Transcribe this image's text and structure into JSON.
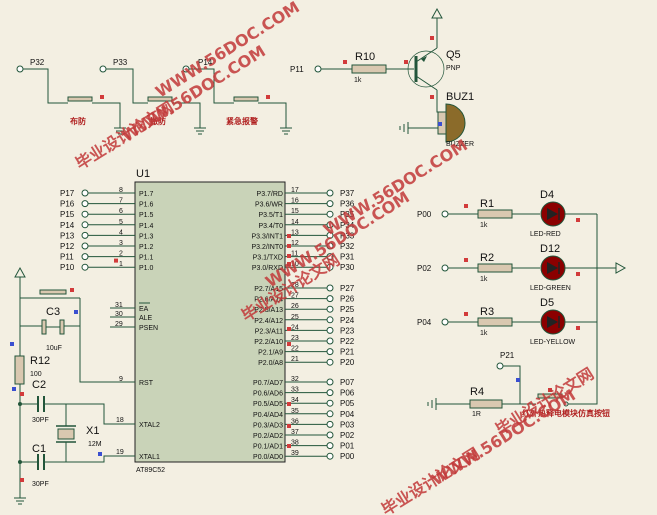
{
  "watermarks": [
    "WWW.56DOC.COM",
    "毕业设计论文网",
    "WWW.56DOC.COM",
    "毕业设计论文网",
    "WWW.56DOC.COM",
    "毕业设计论文网",
    "WWW.56DOC.COM",
    "毕业设计论文网",
    "WWW.56DOC.COM"
  ],
  "buttons": [
    {
      "net": "P32",
      "label": "布防"
    },
    {
      "net": "P33",
      "label": "撤防"
    },
    {
      "net": "P14",
      "label": "紧急报警"
    }
  ],
  "buzzer_circuit": {
    "input_net": "P11",
    "resistor": {
      "ref": "R10",
      "value": "1k"
    },
    "transistor": {
      "ref": "Q5",
      "type": "PNP"
    },
    "buzzer": {
      "ref": "BUZ1",
      "type": "BUZZER"
    }
  },
  "mcu": {
    "ref": "U1",
    "part": "AT89C52",
    "left_pins": [
      {
        "net": "P17",
        "num": "8",
        "name": "P1.7"
      },
      {
        "net": "P16",
        "num": "7",
        "name": "P1.6"
      },
      {
        "net": "P15",
        "num": "6",
        "name": "P1.5"
      },
      {
        "net": "P14",
        "num": "5",
        "name": "P1.4"
      },
      {
        "net": "P13",
        "num": "4",
        "name": "P1.3"
      },
      {
        "net": "P12",
        "num": "3",
        "name": "P1.2"
      },
      {
        "net": "P11",
        "num": "2",
        "name": "P1.1"
      },
      {
        "net": "P10",
        "num": "1",
        "name": "P1.0"
      }
    ],
    "ctrl_pins": [
      {
        "num": "31",
        "name": "EA"
      },
      {
        "num": "30",
        "name": "ALE"
      },
      {
        "num": "29",
        "name": "PSEN"
      },
      {
        "num": "9",
        "name": "RST"
      },
      {
        "num": "18",
        "name": "XTAL2"
      },
      {
        "num": "19",
        "name": "XTAL1"
      }
    ],
    "p3_pins": [
      {
        "net": "P37",
        "num": "17",
        "name": "P3.7/RD"
      },
      {
        "net": "P36",
        "num": "16",
        "name": "P3.6/WR"
      },
      {
        "net": "P35",
        "num": "15",
        "name": "P3.5/T1"
      },
      {
        "net": "P34",
        "num": "14",
        "name": "P3.4/T0"
      },
      {
        "net": "P33",
        "num": "13",
        "name": "P3.3/INT1"
      },
      {
        "net": "P32",
        "num": "12",
        "name": "P3.2/INT0"
      },
      {
        "net": "P31",
        "num": "11",
        "name": "P3.1/TXD"
      },
      {
        "net": "P30",
        "num": "10",
        "name": "P3.0/RXD"
      }
    ],
    "p2_pins": [
      {
        "net": "P27",
        "num": "28",
        "name": "P2.7/A15"
      },
      {
        "net": "P26",
        "num": "27",
        "name": "P2.6/A14"
      },
      {
        "net": "P25",
        "num": "26",
        "name": "P2.5/A13"
      },
      {
        "net": "P24",
        "num": "25",
        "name": "P2.4/A12"
      },
      {
        "net": "P23",
        "num": "24",
        "name": "P2.3/A11"
      },
      {
        "net": "P22",
        "num": "23",
        "name": "P2.2/A10"
      },
      {
        "net": "P21",
        "num": "22",
        "name": "P2.1/A9"
      },
      {
        "net": "P20",
        "num": "21",
        "name": "P2.0/A8"
      }
    ],
    "p0_pins": [
      {
        "net": "P07",
        "num": "32",
        "name": "P0.7/AD7"
      },
      {
        "net": "P06",
        "num": "33",
        "name": "P0.6/AD6"
      },
      {
        "net": "P05",
        "num": "34",
        "name": "P0.5/AD5"
      },
      {
        "net": "P04",
        "num": "35",
        "name": "P0.4/AD4"
      },
      {
        "net": "P03",
        "num": "36",
        "name": "P0.3/AD3"
      },
      {
        "net": "P02",
        "num": "37",
        "name": "P0.2/AD2"
      },
      {
        "net": "P01",
        "num": "38",
        "name": "P0.1/AD1"
      },
      {
        "net": "P00",
        "num": "39",
        "name": "P0.0/AD0"
      }
    ]
  },
  "reset_circuit": {
    "cap": {
      "ref": "C3",
      "value": "10uF"
    },
    "res": {
      "ref": "R12",
      "value": "100"
    }
  },
  "crystal_circuit": {
    "c2": {
      "ref": "C2",
      "value": "30PF"
    },
    "c1": {
      "ref": "C1",
      "value": "30PF"
    },
    "crystal": {
      "ref": "X1",
      "value": "12M"
    },
    "pin18": "18",
    "pin19": "19"
  },
  "leds": [
    {
      "net": "P00",
      "res_ref": "R1",
      "res_val": "1k",
      "led_ref": "D4",
      "led_label": "LED-RED"
    },
    {
      "net": "P02",
      "res_ref": "R2",
      "res_val": "1k",
      "led_ref": "D12",
      "led_label": "LED-GREEN"
    },
    {
      "net": "P04",
      "res_ref": "R3",
      "res_val": "1k",
      "led_ref": "D5",
      "led_label": "LED-YELLOW"
    }
  ],
  "sensor_circuit": {
    "net": "P21",
    "res": {
      "ref": "R4",
      "value": "1R"
    },
    "label": "红外热释电模块仿真按钮"
  },
  "colors": {
    "background": "#f3efe2",
    "wire": "#22553a",
    "chip": "#c9d3b8",
    "led": "#8b0000",
    "resistor": "#d9c8b0",
    "watermark": "#c23a3a"
  }
}
